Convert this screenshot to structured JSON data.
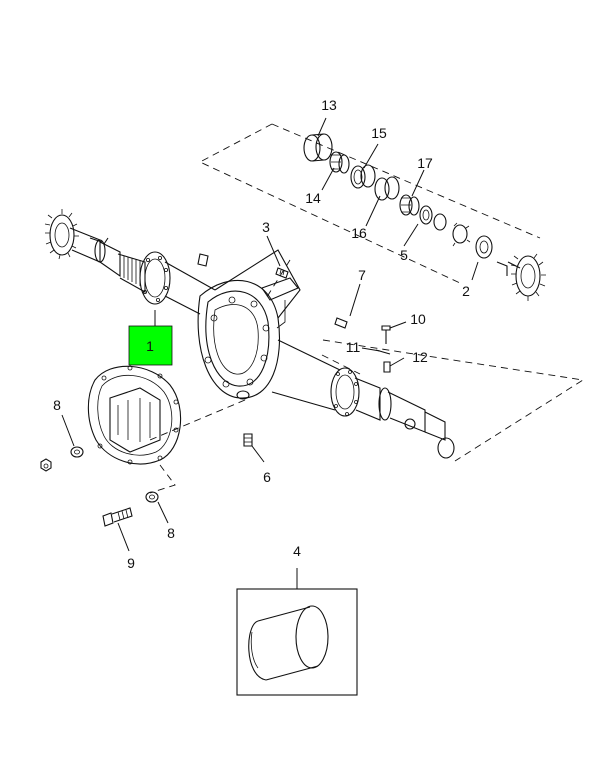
{
  "callouts": {
    "c1": "1",
    "c2": "2",
    "c3": "3",
    "c4": "4",
    "c5": "5",
    "c6": "6",
    "c7": "7",
    "c8a": "8",
    "c8b": "8",
    "c9": "9",
    "c10": "10",
    "c11": "11",
    "c12": "12",
    "c13": "13",
    "c14": "14",
    "c15": "15",
    "c16": "16",
    "c17": "17"
  },
  "colors": {
    "highlight": "#00ff00",
    "line": "#111111",
    "background": "#ffffff"
  }
}
